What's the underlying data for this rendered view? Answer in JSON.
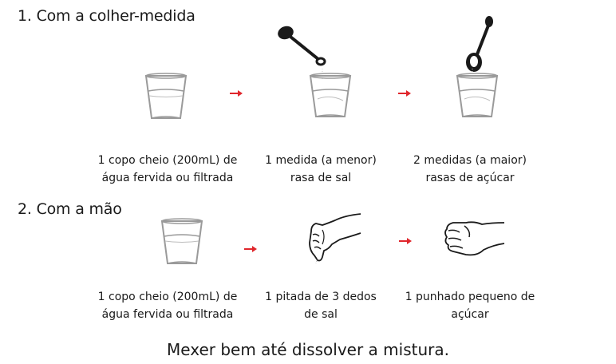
{
  "section1": {
    "title": "1. Com a colher-medida",
    "steps": [
      {
        "caption_line1": "1 copo cheio (200mL) de",
        "caption_line2": "água fervida ou filtrada"
      },
      {
        "caption_line1": "1 medida (a menor)",
        "caption_line2": "rasa de sal"
      },
      {
        "caption_line1": "2 medidas (a maior)",
        "caption_line2": "rasas de açúcar"
      }
    ]
  },
  "section2": {
    "title": "2. Com a mão",
    "steps": [
      {
        "caption_line1": "1 copo cheio (200mL) de",
        "caption_line2": "água fervida ou filtrada"
      },
      {
        "caption_line1": "1 pitada de 3 dedos",
        "caption_line2": "de sal"
      },
      {
        "caption_line1": "1 punhado pequeno de",
        "caption_line2": "açúcar"
      }
    ]
  },
  "footer": "Mexer bem até dissolver a mistura.",
  "colors": {
    "arrow": "#e0262c",
    "ink": "#1a1a1a",
    "glass": "#9a9a9a"
  },
  "icons": [
    "glass-icon",
    "small-spoon-icon",
    "large-spoon-icon",
    "pinch-hand-icon",
    "fist-hand-icon",
    "right-arrow-icon"
  ]
}
